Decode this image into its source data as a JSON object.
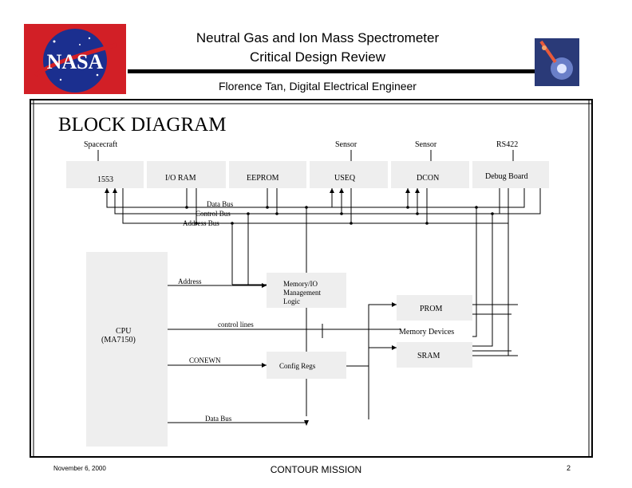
{
  "header": {
    "title_line1": "Neutral Gas and Ion Mass Spectrometer",
    "title_line2": "Critical Design Review",
    "author": "Florence Tan, Digital Electrical Engineer",
    "logo_text": "NASA"
  },
  "diagram": {
    "heading": "BLOCK DIAGRAM",
    "external_labels": {
      "spacecraft": "Spacecraft",
      "sensor1": "Sensor",
      "sensor2": "Sensor",
      "rs422": "RS422"
    },
    "top_blocks": {
      "b1553": "1553",
      "io_ram": "I/O  RAM",
      "eeprom": "EEPROM",
      "useq": "USEQ",
      "dcon": "DCON",
      "debug_board": "Debug  Board"
    },
    "buses": {
      "data_bus": "Data  Bus",
      "control_bus": "Control  Bus",
      "address_bus": "Address  Bus",
      "data_bus_bottom": "Data  Bus"
    },
    "cpu": {
      "line1": "CPU",
      "line2": "(MA7150)"
    },
    "signals": {
      "address": "Address",
      "control_lines": "control  lines",
      "conewn": "CONEWN"
    },
    "memory_io": {
      "line1": "Memory/IO",
      "line2": "Management",
      "line3": "Logic"
    },
    "config_regs": "Config  Regs",
    "prom": "PROM",
    "memory_devices": "Memory   Devices",
    "sram": "SRAM"
  },
  "footer": {
    "date": "November 6, 2000",
    "mission": "CONTOUR MISSION",
    "page": "2"
  },
  "colors": {
    "nasa_red": "#d21f26",
    "nasa_blue": "#1b2f8f",
    "block_fill": "#eeeeee"
  }
}
